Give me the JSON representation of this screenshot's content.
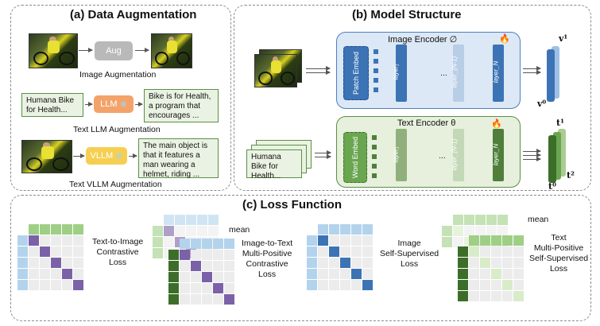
{
  "panel_a": {
    "title": "(a) Data Augmentation",
    "aug_label": "Aug",
    "image_aug_label": "Image Augmentation",
    "caption_input": "Humana Bike for Health...",
    "llm_label": "LLM",
    "llm_output": "Bike is for Health, a program that encourages ...",
    "text_llm_label": "Text LLM Augmentation",
    "vllm_label": "VLLM",
    "vllm_output": "The main object is that it features a man wearing a helmet, riding ...",
    "text_vllm_label": "Text VLLM Augmentation"
  },
  "panel_b": {
    "title": "(b) Model Structure",
    "image_encoder_label": "Image Encoder ∅",
    "text_encoder_label": "Text Encoder θ",
    "patch_embed": "Patch Embed",
    "word_embed": "Word Embed",
    "layer_labels": [
      "layer₁",
      "layer_{N-1}",
      "layer_N"
    ],
    "ellipsis": "...",
    "text_input": "Humana Bike for Health...",
    "image_vec_top": "v¹",
    "image_vec_bottom": "v⁰",
    "text_vec_top": "t¹",
    "text_vec_mid": "t²",
    "text_vec_bottom": "t⁰",
    "fire_icon": "fire-icon",
    "colors": {
      "image_encoder_bg": "#dce8f5",
      "image_layer": "#3c73b4",
      "text_encoder_bg": "#e6f0dc",
      "text_layer": "#4f7f3a"
    }
  },
  "panel_c": {
    "title": "(c) Loss Function",
    "loss_t2i": "Text-to-Image\nContrastive\nLoss",
    "loss_i2t": "Image-to-Text\nMulti-Positive\nContrastive\nLoss",
    "loss_img_ss": "Image\nSelf-Supervised\nLoss",
    "loss_txt_ss": "Text\nMulti-Positive\nSelf-Supervised\nLoss",
    "mean_label_1": "mean",
    "mean_label_2": "mean"
  }
}
